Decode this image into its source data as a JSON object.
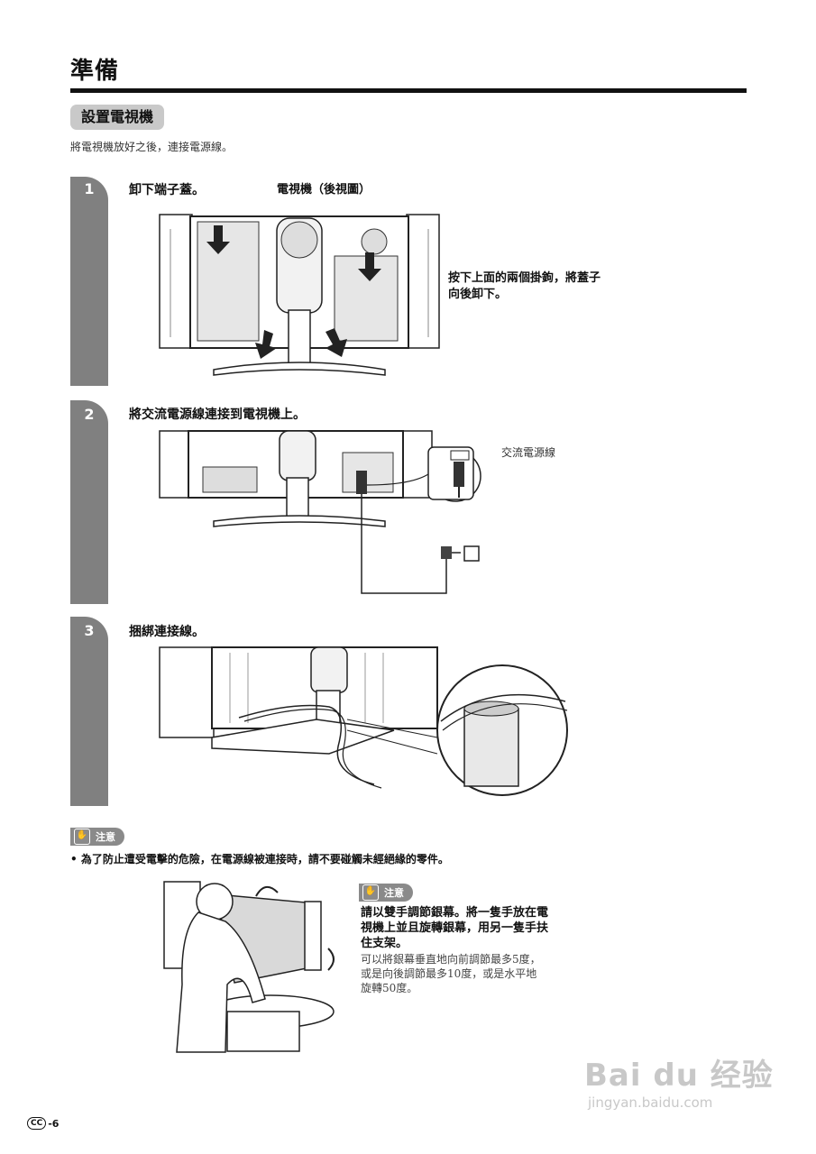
{
  "page": {
    "title": "準備",
    "section_title": "設置電視機",
    "intro": "將電視機放好之後，連接電源線。"
  },
  "steps": [
    {
      "number": "1",
      "title": "卸下端子蓋。",
      "figure_caption": "電視機（後視圖）",
      "note": "按下上面的兩個掛鉤，將蓋子向後卸下。"
    },
    {
      "number": "2",
      "title": "將交流電源線連接到電視機上。",
      "callout": "交流電源線"
    },
    {
      "number": "3",
      "title": "捆綁連接線。"
    }
  ],
  "caution": {
    "label": "注意",
    "bullet": "為了防止遭受電擊的危險，在電源線被連接時，請不要碰觸未經絕緣的零件。"
  },
  "caution2": {
    "label": "注意",
    "bold_text": "請以雙手調節銀幕。將一隻手放在電視機上並且旋轉銀幕，用另一隻手扶住支架。",
    "body_text": "可以將銀幕垂直地向前調節最多5度，或是向後調節最多10度，或是水平地旋轉50度。"
  },
  "footer": {
    "page_prefix": "CC",
    "page_number": "-6"
  },
  "watermark": {
    "brand": "Bai du 经验",
    "url": "jingyan.baidu.com"
  }
}
